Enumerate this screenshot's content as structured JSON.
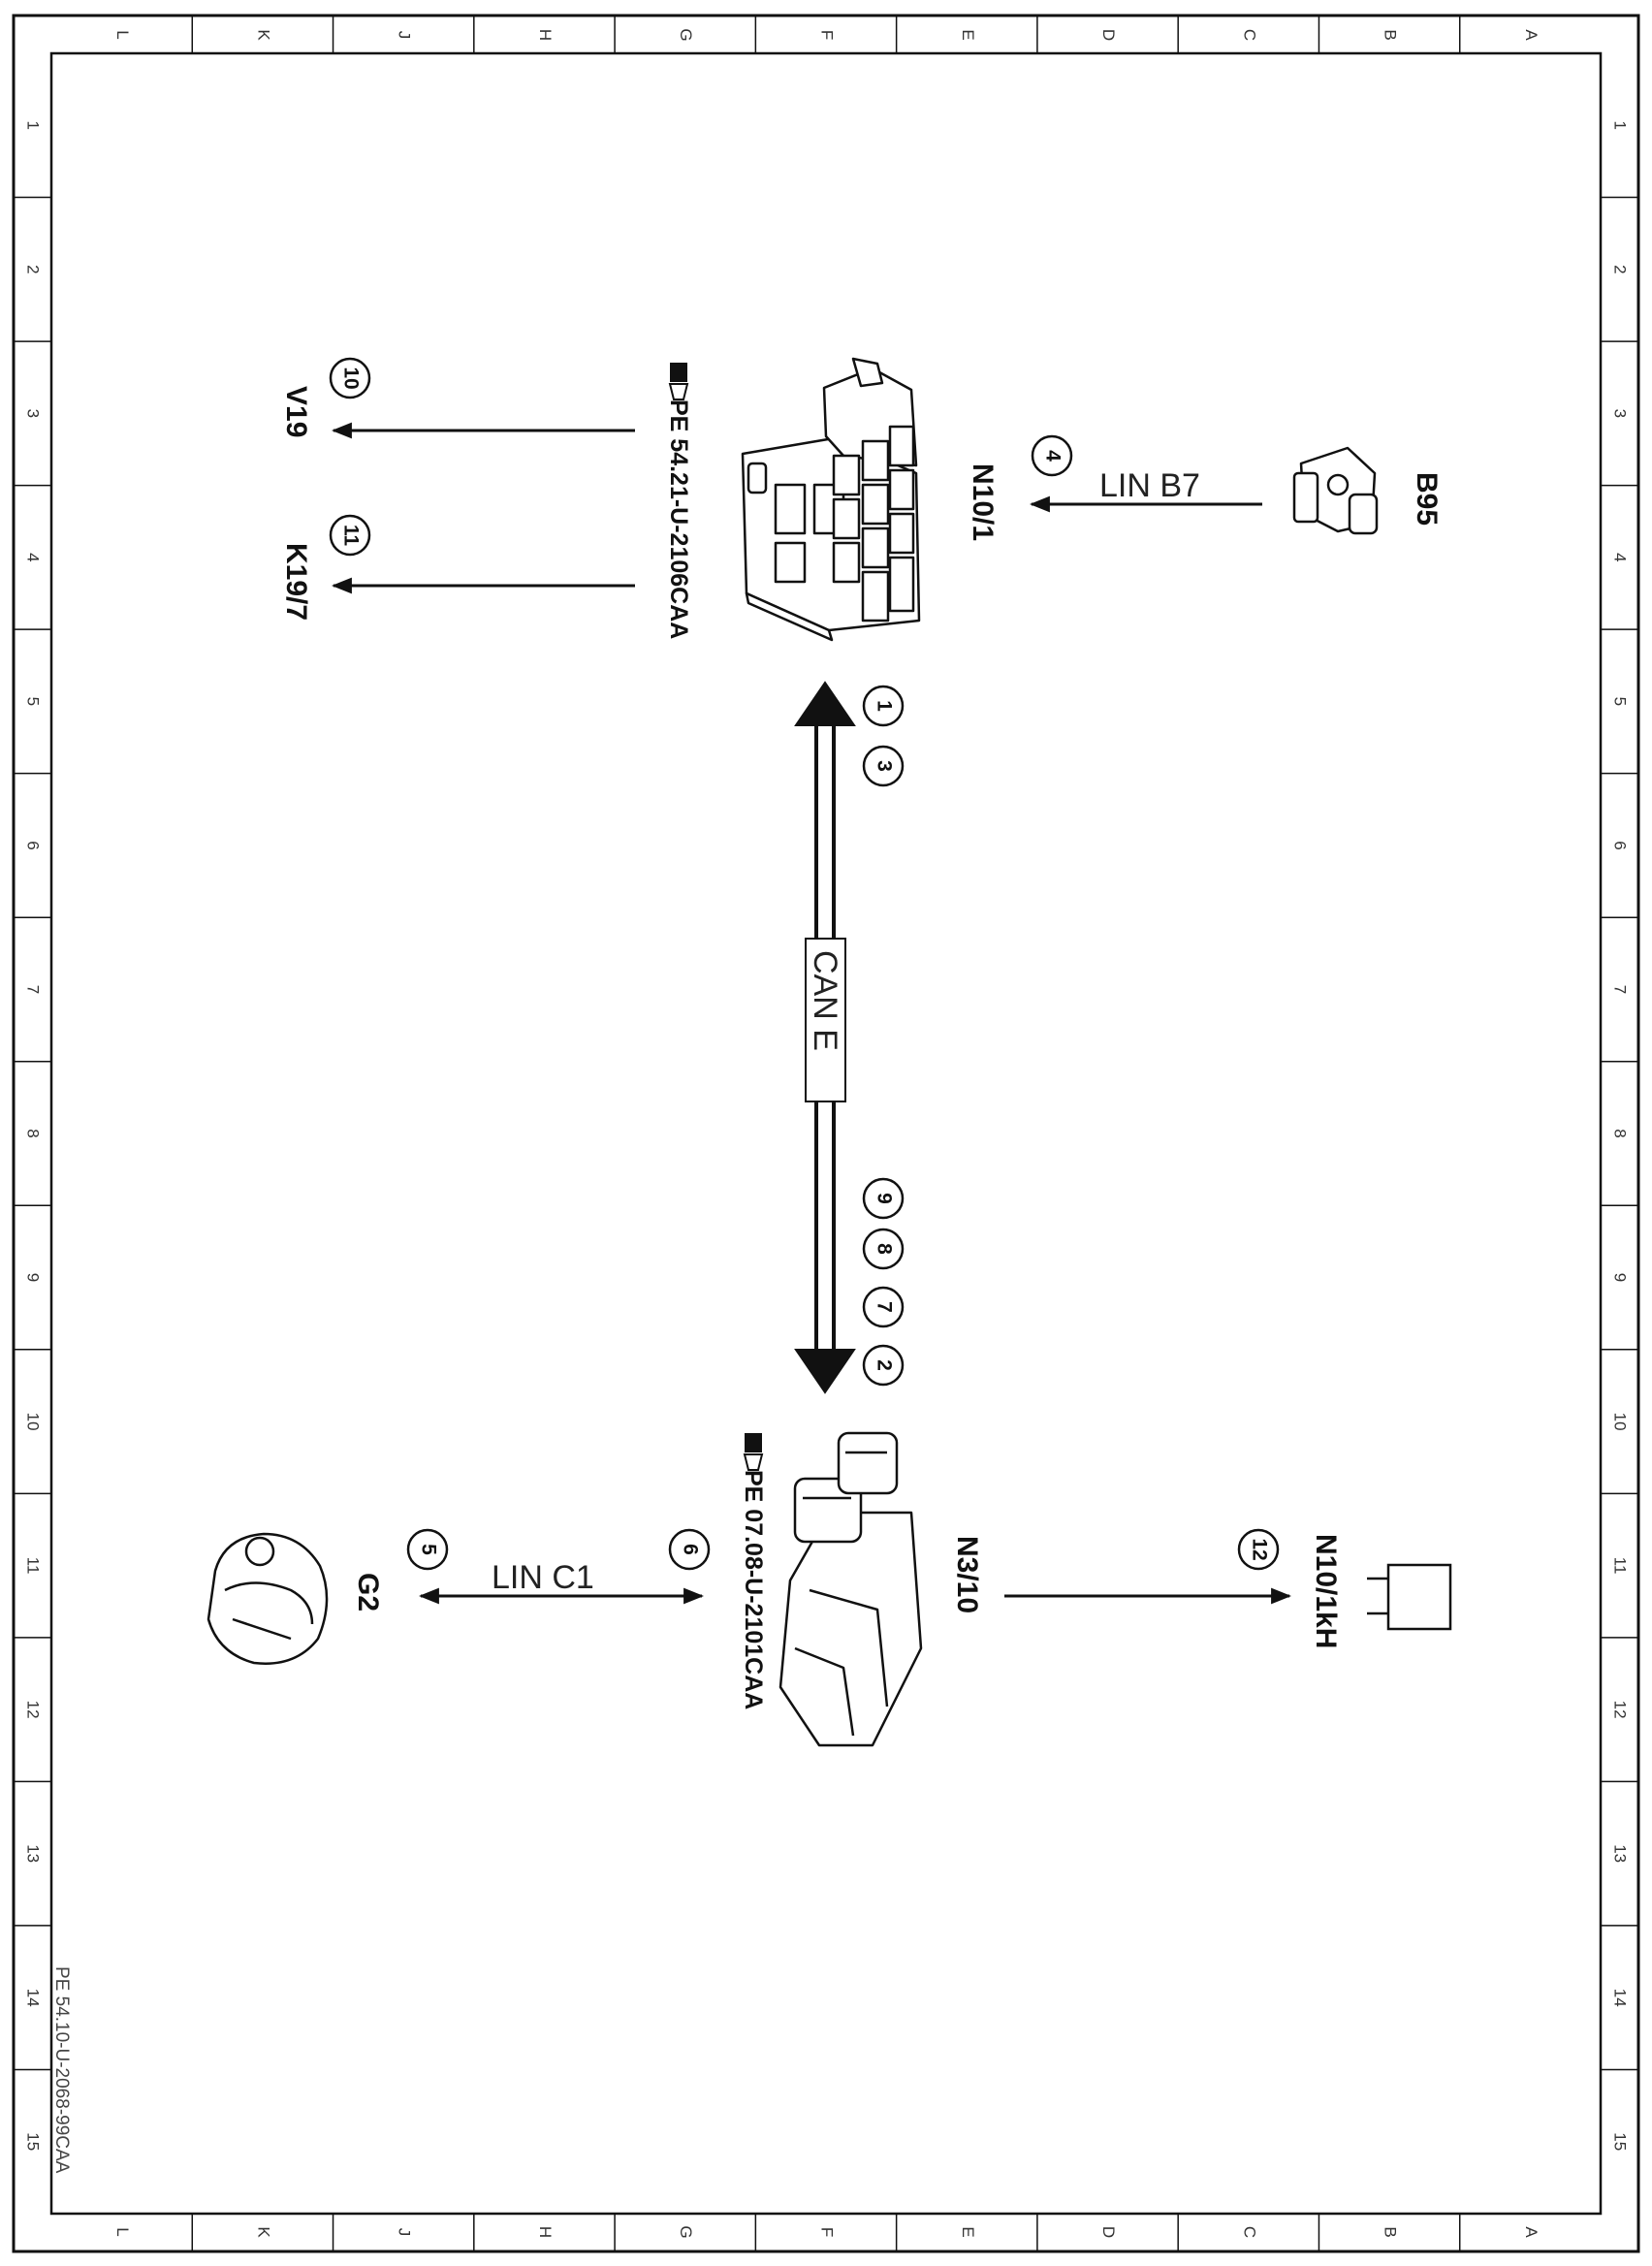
{
  "border": {
    "columns": [
      "L",
      "K",
      "J",
      "H",
      "G",
      "F",
      "E",
      "D",
      "C",
      "B",
      "A"
    ],
    "rows": [
      "1",
      "2",
      "3",
      "4",
      "5",
      "6",
      "7",
      "8",
      "9",
      "10",
      "11",
      "12",
      "13",
      "14",
      "15"
    ]
  },
  "components": {
    "n10_1": "N10/1",
    "n3_10": "N3/10",
    "b95": "B95",
    "g2": "G2",
    "v19": "V19",
    "k19_7": "K19/7",
    "n10_1kh": "N10/1kH"
  },
  "references": {
    "top": "PE 54.21-U-2106CAA",
    "bottom": "PE 07.08-U-2101CAA"
  },
  "buses": {
    "lin_b7": "LIN B7",
    "lin_c1": "LIN C1",
    "can_e": "CAN E"
  },
  "callouts": {
    "c1": "1",
    "c2": "2",
    "c3": "3",
    "c4": "4",
    "c5": "5",
    "c6": "6",
    "c7": "7",
    "c8": "8",
    "c9": "9",
    "c10": "10",
    "c11": "11",
    "c12": "12"
  },
  "footer_id": "PE 54.10-U-2068-99CAA",
  "colors": {
    "line": "#111111",
    "background": "#ffffff"
  }
}
